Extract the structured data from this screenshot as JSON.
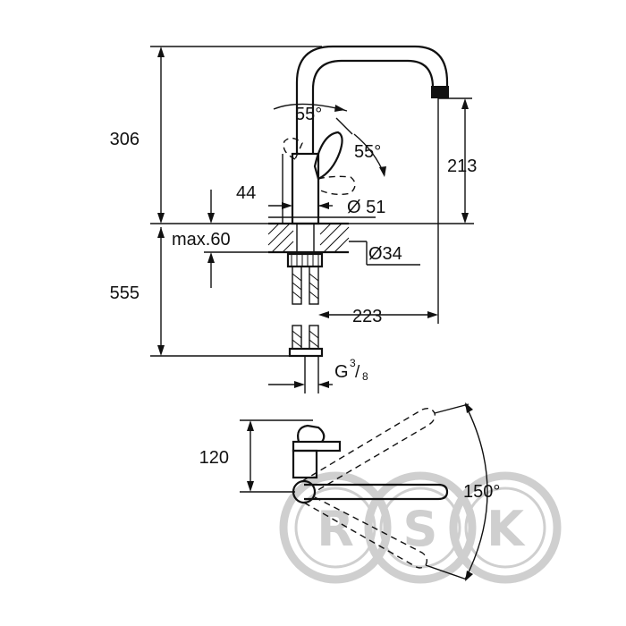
{
  "dimensions": {
    "height_above_counter": "306",
    "spout_height": "213",
    "lever_angle_left": "55°",
    "lever_angle_right": "55°",
    "body_width": "44",
    "body_diameter": "Ø 51",
    "max_counter_thickness": "max.60",
    "hole_diameter": "Ø34",
    "hose_length": "555",
    "spout_reach": "223",
    "connection_thread_base": "G",
    "connection_thread_num": "3",
    "connection_thread_den": "8",
    "top_view_width": "120",
    "swivel_angle": "150°"
  },
  "watermark": {
    "letters": [
      "R",
      "S",
      "K"
    ],
    "color": "#cfcfcf"
  }
}
